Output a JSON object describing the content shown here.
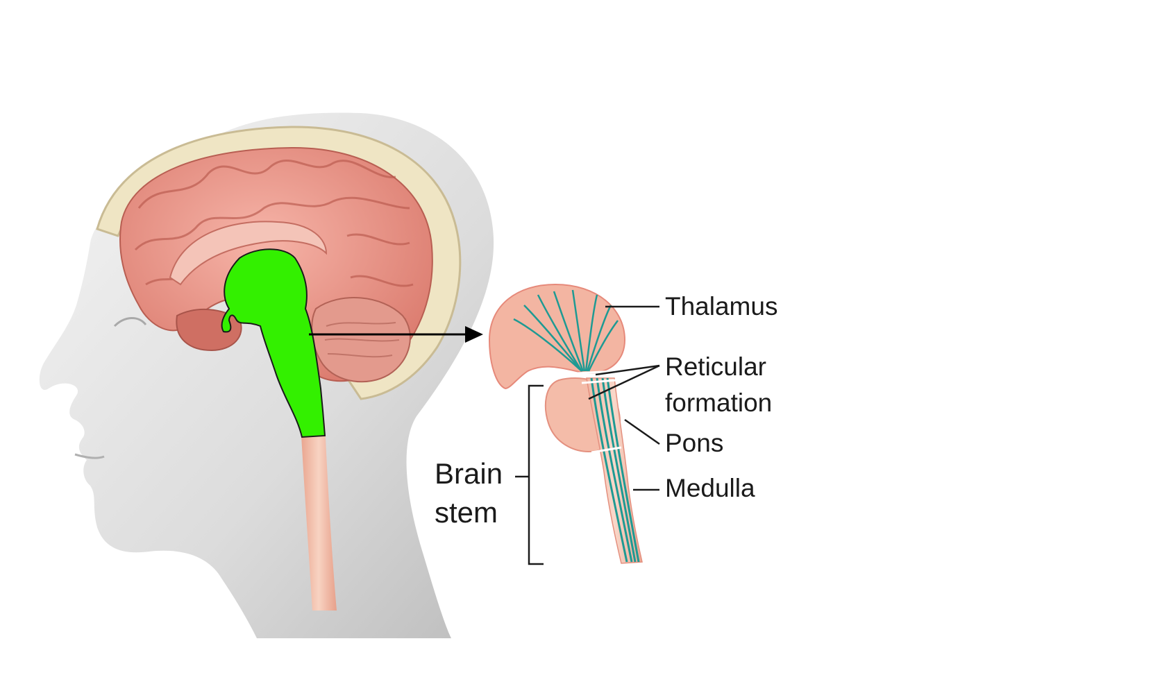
{
  "figure": {
    "labels": {
      "thalamus": "Thalamus",
      "reticular_line1": "Reticular",
      "reticular_line2": "formation",
      "pons": "Pons",
      "medulla": "Medulla",
      "brainstem_line1": "Brain",
      "brainstem_line2": "stem"
    },
    "colors": {
      "highlight": "#33f000",
      "brain": "#e9958a",
      "skull": "#efe5c4",
      "head": "#e6e6e6",
      "fibers": "#1e9a93",
      "text": "#1a1a1a"
    }
  }
}
